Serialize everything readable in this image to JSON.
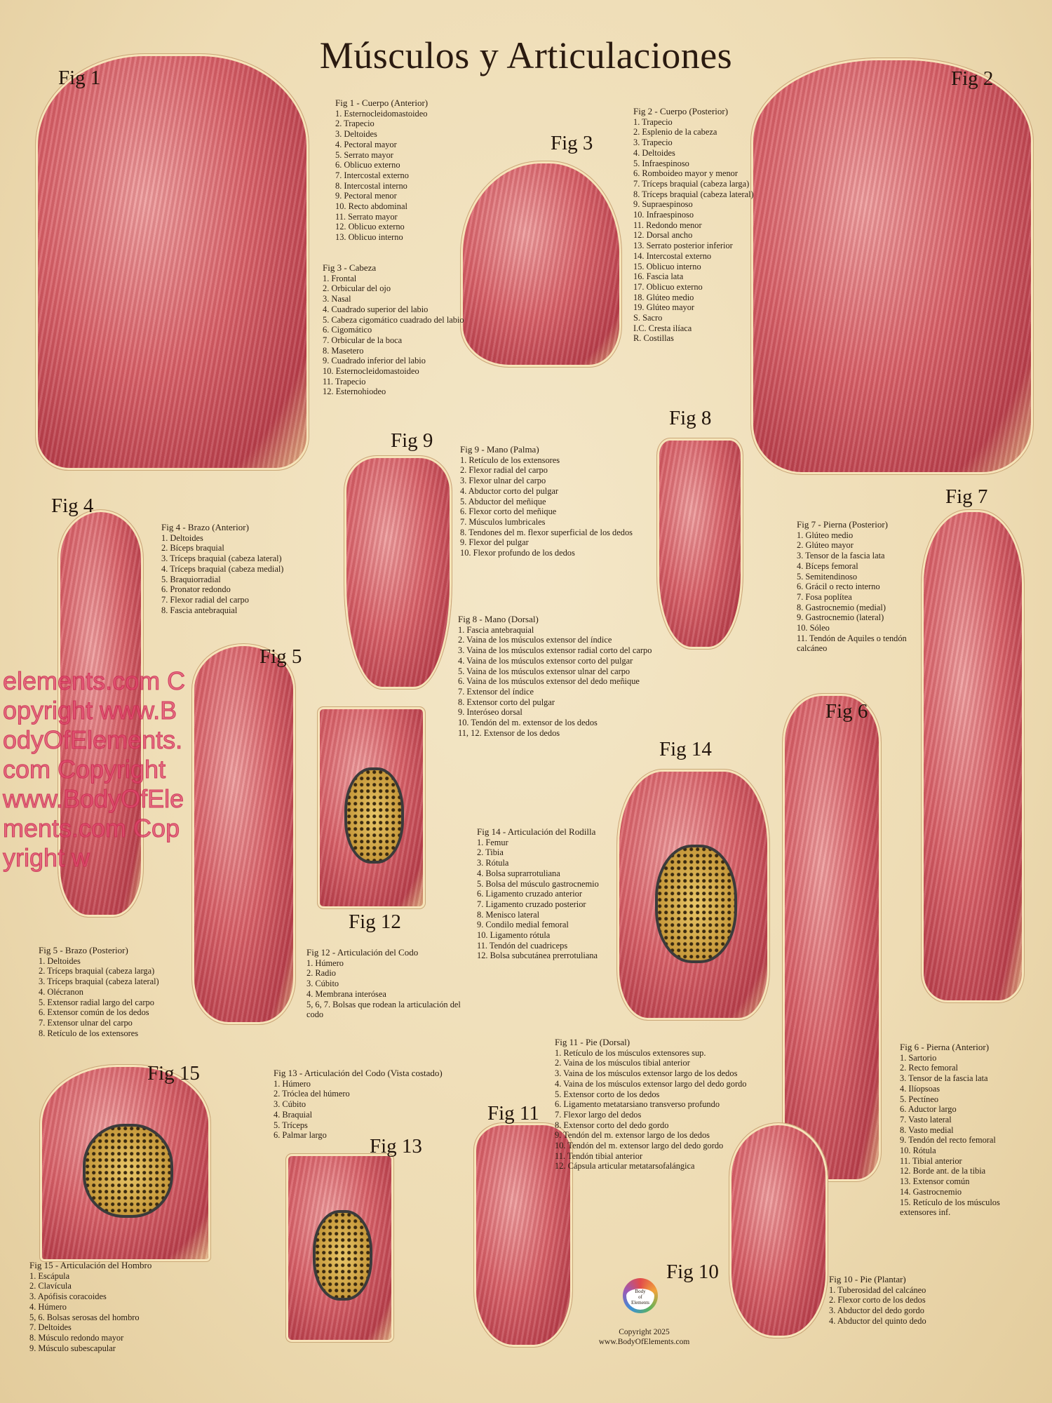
{
  "title": "Músculos y Articulaciones",
  "watermark": "elements.com Copyright www.BodyOfElements.com Copyright www.BodyOfElements.com Copyright w",
  "logo_text": [
    "Body",
    "of",
    "Elements"
  ],
  "footer": {
    "copyright": "Copyright 2025",
    "website": "www.BodyOfElements.com"
  },
  "figures": [
    {
      "id": "f1",
      "label": "Fig 1",
      "title": "Fig 1 - Cuerpo (Anterior)",
      "items": [
        "1. Esternocleidomastoideo",
        "2. Trapecio",
        "3. Deltoides",
        "4. Pectoral mayor",
        "5. Serrato mayor",
        "6. Oblicuo externo",
        "7. Intercostal externo",
        "8. Intercostal interno",
        "9. Pectoral menor",
        "10. Recto abdominal",
        "11. Serrato mayor",
        "12. Oblicuo externo",
        "13. Oblicuo interno"
      ]
    },
    {
      "id": "f2",
      "label": "Fig 2",
      "title": "Fig 2 - Cuerpo (Posterior)",
      "items": [
        "1. Trapecio",
        "2. Esplenio de la cabeza",
        "3. Trapecio",
        "4. Deltoides",
        "5. Infraespinoso",
        "6. Romboideo mayor y menor",
        "7. Tríceps braquial (cabeza larga)",
        "8. Tríceps braquial (cabeza lateral)",
        "9. Supraespinoso",
        "10. Infraespinoso",
        "11. Redondo menor",
        "12. Dorsal ancho",
        "13. Serrato posterior inferior",
        "14. Intercostal externo",
        "15. Oblicuo interno",
        "16. Fascia lata",
        "17. Oblicuo externo",
        "18. Glúteo medio",
        "19. Glúteo mayor",
        "S. Sacro",
        "I.C. Cresta ilíaca",
        "R.  Costillas"
      ]
    },
    {
      "id": "f3",
      "label": "Fig 3",
      "title": "Fig 3 - Cabeza",
      "items": [
        "1. Frontal",
        "2. Orbicular del ojo",
        "3. Nasal",
        "4. Cuadrado superior del labio",
        "5. Cabeza cigomático cuadrado del labio",
        "6. Cigomático",
        "7. Orbicular de la boca",
        "8. Masetero",
        "9. Cuadrado inferior del labio",
        "10. Esternocleidomastoideo",
        "11. Trapecio",
        "12. Esternohiodeo"
      ]
    },
    {
      "id": "f4",
      "label": "Fig 4",
      "title": "Fig 4 - Brazo (Anterior)",
      "items": [
        "1. Deltoides",
        "2. Bíceps braquial",
        "3. Tríceps braquial (cabeza lateral)",
        "4. Tríceps braquial (cabeza medial)",
        "5. Braquiorradial",
        "6. Pronator redondo",
        "7. Flexor radial del carpo",
        "8. Fascia antebraquial"
      ]
    },
    {
      "id": "f5",
      "label": "Fig 5",
      "title": "Fig 5 - Brazo (Posterior)",
      "items": [
        "1. Deltoides",
        "2. Tríceps braquial (cabeza larga)",
        "3. Tríceps braquial (cabeza lateral)",
        "4. Olécranon",
        "5. Extensor radial largo del carpo",
        "6. Extensor común de los dedos",
        "7. Extensor ulnar del carpo",
        "8. Retículo de los extensores"
      ]
    },
    {
      "id": "f6",
      "label": "Fig 6",
      "title": "Fig 6 - Pierna (Anterior)",
      "items": [
        "1. Sartorio",
        "2. Recto femoral",
        "3. Tensor de la fascia lata",
        "4. Ilíopsoas",
        "5. Pectíneo",
        "6. Aductor largo",
        "7. Vasto lateral",
        "8. Vasto medial",
        "9. Tendón del recto femoral",
        "10. Rótula",
        "11. Tibial anterior",
        "12. Borde ant. de la tibia",
        "13. Extensor común",
        "14. Gastrocnemio",
        "15. Retículo de los músculos",
        "extensores inf."
      ]
    },
    {
      "id": "f7",
      "label": "Fig 7",
      "title": "Fig 7 - Pierna (Posterior)",
      "items": [
        "1. Glúteo medio",
        "2. Glúteo mayor",
        "3. Tensor de la fascia lata",
        "4. Bíceps femoral",
        "5. Semitendinoso",
        "6. Grácil o recto interno",
        "7. Fosa poplítea",
        "8. Gastrocnemio (medial)",
        "9. Gastrocnemio (lateral)",
        "10. Sóleo",
        "11. Tendón de Aquiles o tendón",
        "calcáneo"
      ]
    },
    {
      "id": "f8",
      "label": "Fig 8",
      "title": "Fig 8 - Mano (Dorsal)",
      "items": [
        "1. Fascia antebraquial",
        "2. Vaina de los músculos extensor del índice",
        "3. Vaina de los músculos extensor radial corto del carpo",
        "4. Vaina de los músculos extensor corto del pulgar",
        "5. Vaina de los músculos extensor ulnar del carpo",
        "6. Vaina de los músculos extensor del dedo meñique",
        "7. Extensor del índice",
        "8. Extensor corto del pulgar",
        "9. Interóseo dorsal",
        "10. Tendón del m. extensor de los dedos",
        "11, 12. Extensor de los dedos"
      ]
    },
    {
      "id": "f9",
      "label": "Fig 9",
      "title": "Fig 9 - Mano (Palma)",
      "items": [
        "1. Retículo de los extensores",
        "2. Flexor radial del carpo",
        "3. Flexor ulnar del carpo",
        "4. Abductor corto del pulgar",
        "5. Abductor del meñique",
        "6. Flexor corto del meñique",
        "7. Músculos lumbricales",
        "8. Tendones del m. flexor superficial de los dedos",
        "9. Flexor del pulgar",
        "10. Flexor profundo de los dedos"
      ]
    },
    {
      "id": "f10",
      "label": "Fig 10",
      "title": "Fig 10 - Pie (Plantar)",
      "items": [
        "1. Tuberosidad del calcáneo",
        "2. Flexor corto de los dedos",
        "3. Abductor del dedo gordo",
        "4. Abductor del quinto dedo"
      ]
    },
    {
      "id": "f11",
      "label": "Fig 11",
      "title": "Fig 11 - Pie (Dorsal)",
      "items": [
        "1. Retículo de los músculos extensores sup.",
        "2. Vaina de los músculos tibial anterior",
        "3. Vaina de los músculos extensor largo de los dedos",
        "4. Vaina de los músculos extensor largo del dedo gordo",
        "5. Extensor corto de los dedos",
        "6. Ligamento metatarsiano transverso profundo",
        "7. Flexor largo del dedos",
        "8. Extensor corto del dedo gordo",
        "9. Tendón del m. extensor largo de los dedos",
        "10. Tendón del m. extensor largo del dedo gordo",
        "11. Tendón tibial anterior",
        "12. Cápsula articular metatarsofalángica"
      ]
    },
    {
      "id": "f12",
      "label": "Fig 12",
      "title": "Fig 12 - Articulación del Codo",
      "items": [
        "1. Húmero",
        "2. Radio",
        "3. Cúbito",
        "4. Membrana interósea",
        "5, 6, 7. Bolsas que rodean la articulación del",
        "codo"
      ]
    },
    {
      "id": "f13",
      "label": "Fig 13",
      "title": "Fig 13 - Articulación del Codo (Vista costado)",
      "items": [
        "1. Húmero",
        "2. Tróclea del húmero",
        "3. Cúbito",
        "4. Braquial",
        "5. Tríceps",
        "6. Palmar largo"
      ]
    },
    {
      "id": "f14",
      "label": "Fig 14",
      "title": "Fig 14 - Articulación del Rodilla",
      "items": [
        "1. Femur",
        "2. Tibia",
        "3. Rótula",
        "4. Bolsa suprarrotuliana",
        "5. Bolsa del músculo gastrocnemio",
        "6. Ligamento cruzado anterior",
        "7. Ligamento cruzado posterior",
        "8. Menisco lateral",
        "9. Condilo medial femoral",
        "10. Ligamento rótula",
        "11. Tendón del cuadriceps",
        "12. Bolsa subcutánea prerrotuliana"
      ]
    },
    {
      "id": "f15",
      "label": "Fig 15",
      "title": "Fig 15 - Articulación del Hombro",
      "items": [
        "1. Escápula",
        "2. Clavícula",
        "3. Apófisis coracoides",
        "4. Húmero",
        "5, 6. Bolsas serosas del hombro",
        "7. Deltoides",
        "8. Músculo redondo mayor",
        "9. Músculo subescapular"
      ]
    }
  ]
}
